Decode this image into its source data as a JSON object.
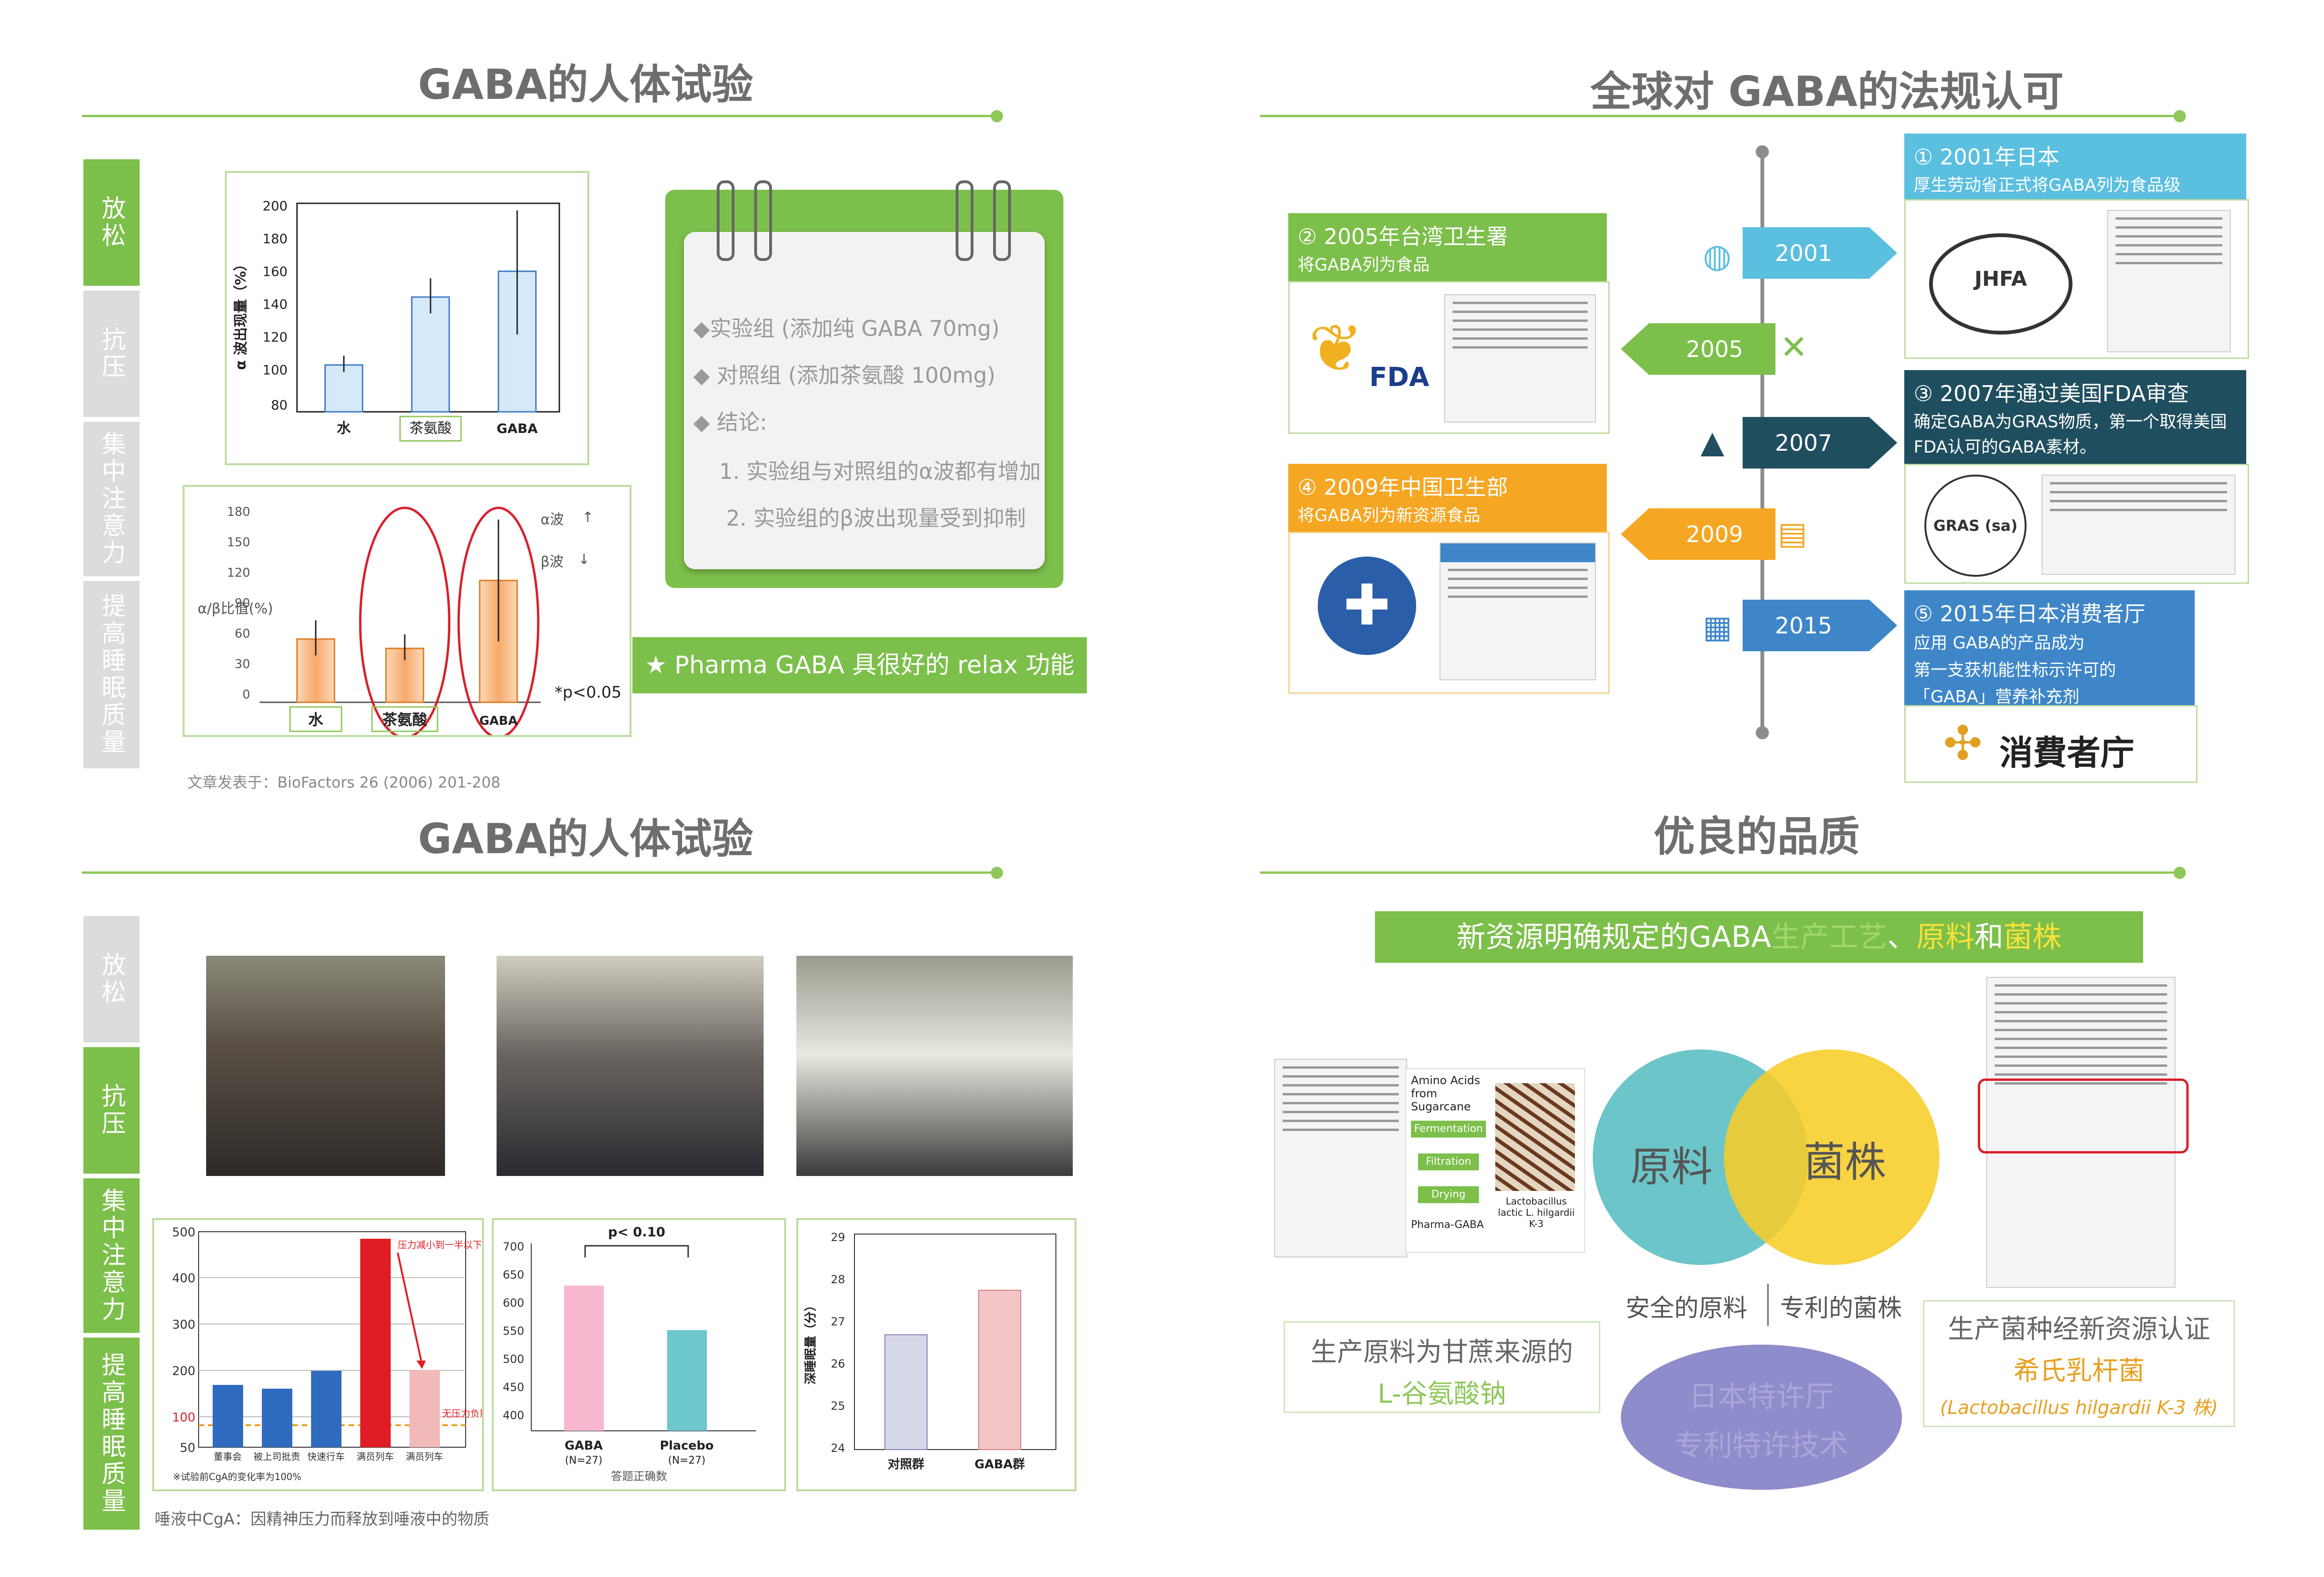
{
  "q1": {
    "title": "GABA的人体试验",
    "side": [
      "放松",
      "抗压",
      "集中注意力",
      "提高睡眠质量"
    ],
    "chart1": {
      "ylabel": "α 波出现量（%）",
      "yticks": [
        "200",
        "180",
        "160",
        "140",
        "120",
        "100",
        "80"
      ],
      "categories": [
        "水",
        "茶氨酸",
        "GABA"
      ]
    },
    "chart2": {
      "ylabel": "α/β比值(%)",
      "yticks": [
        "180",
        "150",
        "120",
        "90",
        "60",
        "30",
        "0"
      ],
      "categories": [
        "水",
        "茶氨酸",
        "GABA"
      ],
      "alpha": "α波",
      "beta": "β波",
      "p": "*p<0.05"
    },
    "note": {
      "l1": "实验组 (添加纯 GABA 70mg)",
      "l2": "对照组 (添加茶氨酸 100mg)",
      "l3": "结论:",
      "l4": "1. 实验组与对照组的α波都有增加",
      "l5": "2. 实验组的β波出现量受到抑制"
    },
    "banner": "★ Pharma GABA 具很好的 relax 功能",
    "source": "文章发表于：BioFactors 26 (2006) 201-208"
  },
  "q2": {
    "title": "全球对 GABA的法规认可",
    "years": [
      "2001",
      "2005",
      "2007",
      "2009",
      "2015"
    ],
    "cards": [
      {
        "hd": "① 2001年日本",
        "bd": "厚生劳动省正式将GABA列为食品级"
      },
      {
        "hd": "② 2005年台湾卫生署",
        "bd": "将GABA列为食品"
      },
      {
        "hd": "③ 2007年通过美国FDA审查",
        "bd": "确定GABA为GRAS物质，第一个取得美国FDA认可的GABA素材。"
      },
      {
        "hd": "④ 2009年中国卫生部",
        "bd": "将GABA列为新资源食品"
      },
      {
        "hd": "⑤ 2015年日本消费者厅",
        "bd1": "应用 GABA的产品成为",
        "bd2": "第一支获机能性标示许可的",
        "bd3": "「GABA」营养补充剂"
      }
    ],
    "logos": {
      "jhfa": "JHFA",
      "fda": "FDA",
      "gras": "GRAS (sa)",
      "caa": "消費者庁"
    }
  },
  "q3": {
    "title": "GABA的人体试验",
    "side": [
      "放松",
      "抗压",
      "集中注意力",
      "提高睡眠质量"
    ],
    "bar1": {
      "yticks": [
        "500",
        "400",
        "300",
        "200",
        "100",
        "50"
      ],
      "labels": [
        "董事会",
        "被上司批责",
        "快速行车",
        "满员列车",
        "满员列车"
      ],
      "ann1": "压力减小到一半以下",
      "ann2": "无压力负影响",
      "note": "※试验前CgA的变化率为100%"
    },
    "bar2": {
      "yticks": [
        "700",
        "650",
        "600",
        "550",
        "500",
        "450",
        "400"
      ],
      "p": "p< 0.10",
      "labels": [
        "GABA",
        "Placebo"
      ],
      "n": [
        "(N=27)",
        "(N=27)"
      ],
      "xlabel": "答题正确数"
    },
    "bar3": {
      "ylabel": "深睡眠量（分）",
      "yticks": [
        "29",
        "28",
        "27",
        "26",
        "25",
        "24"
      ],
      "labels": [
        "对照群",
        "GABA群"
      ]
    },
    "footnote": "唾液中CgA：因精神压力而释放到唾液中的物质"
  },
  "q4": {
    "title": "优良的品质",
    "banner_a": "新资源明确规定的GABA",
    "banner_b": "生产工艺",
    "banner_c": "、",
    "banner_d": "原料",
    "banner_e": "和",
    "banner_f": "菌株",
    "flow": [
      "Amino Acids from Sugarcane",
      "Fermentation",
      "Filtration",
      "Drying",
      "Pharma-GABA"
    ],
    "micro": "Lactobacillus lactic L. hilgardii K-3",
    "venn_left": "原料",
    "venn_right": "菌株",
    "safe": "安全的原料",
    "patent_strain": "专利的菌株",
    "left_box_1": "生产原料为甘蔗来源的",
    "left_box_2": "L-谷氨酸钠",
    "right_box_1": "生产菌种经新资源认证",
    "right_box_2": "希氏乳杆菌",
    "right_box_3": "(Lactobacillus hilgardii K-3 株)",
    "oval_1": "日本特许厅",
    "oval_2": "专利特许技术"
  }
}
